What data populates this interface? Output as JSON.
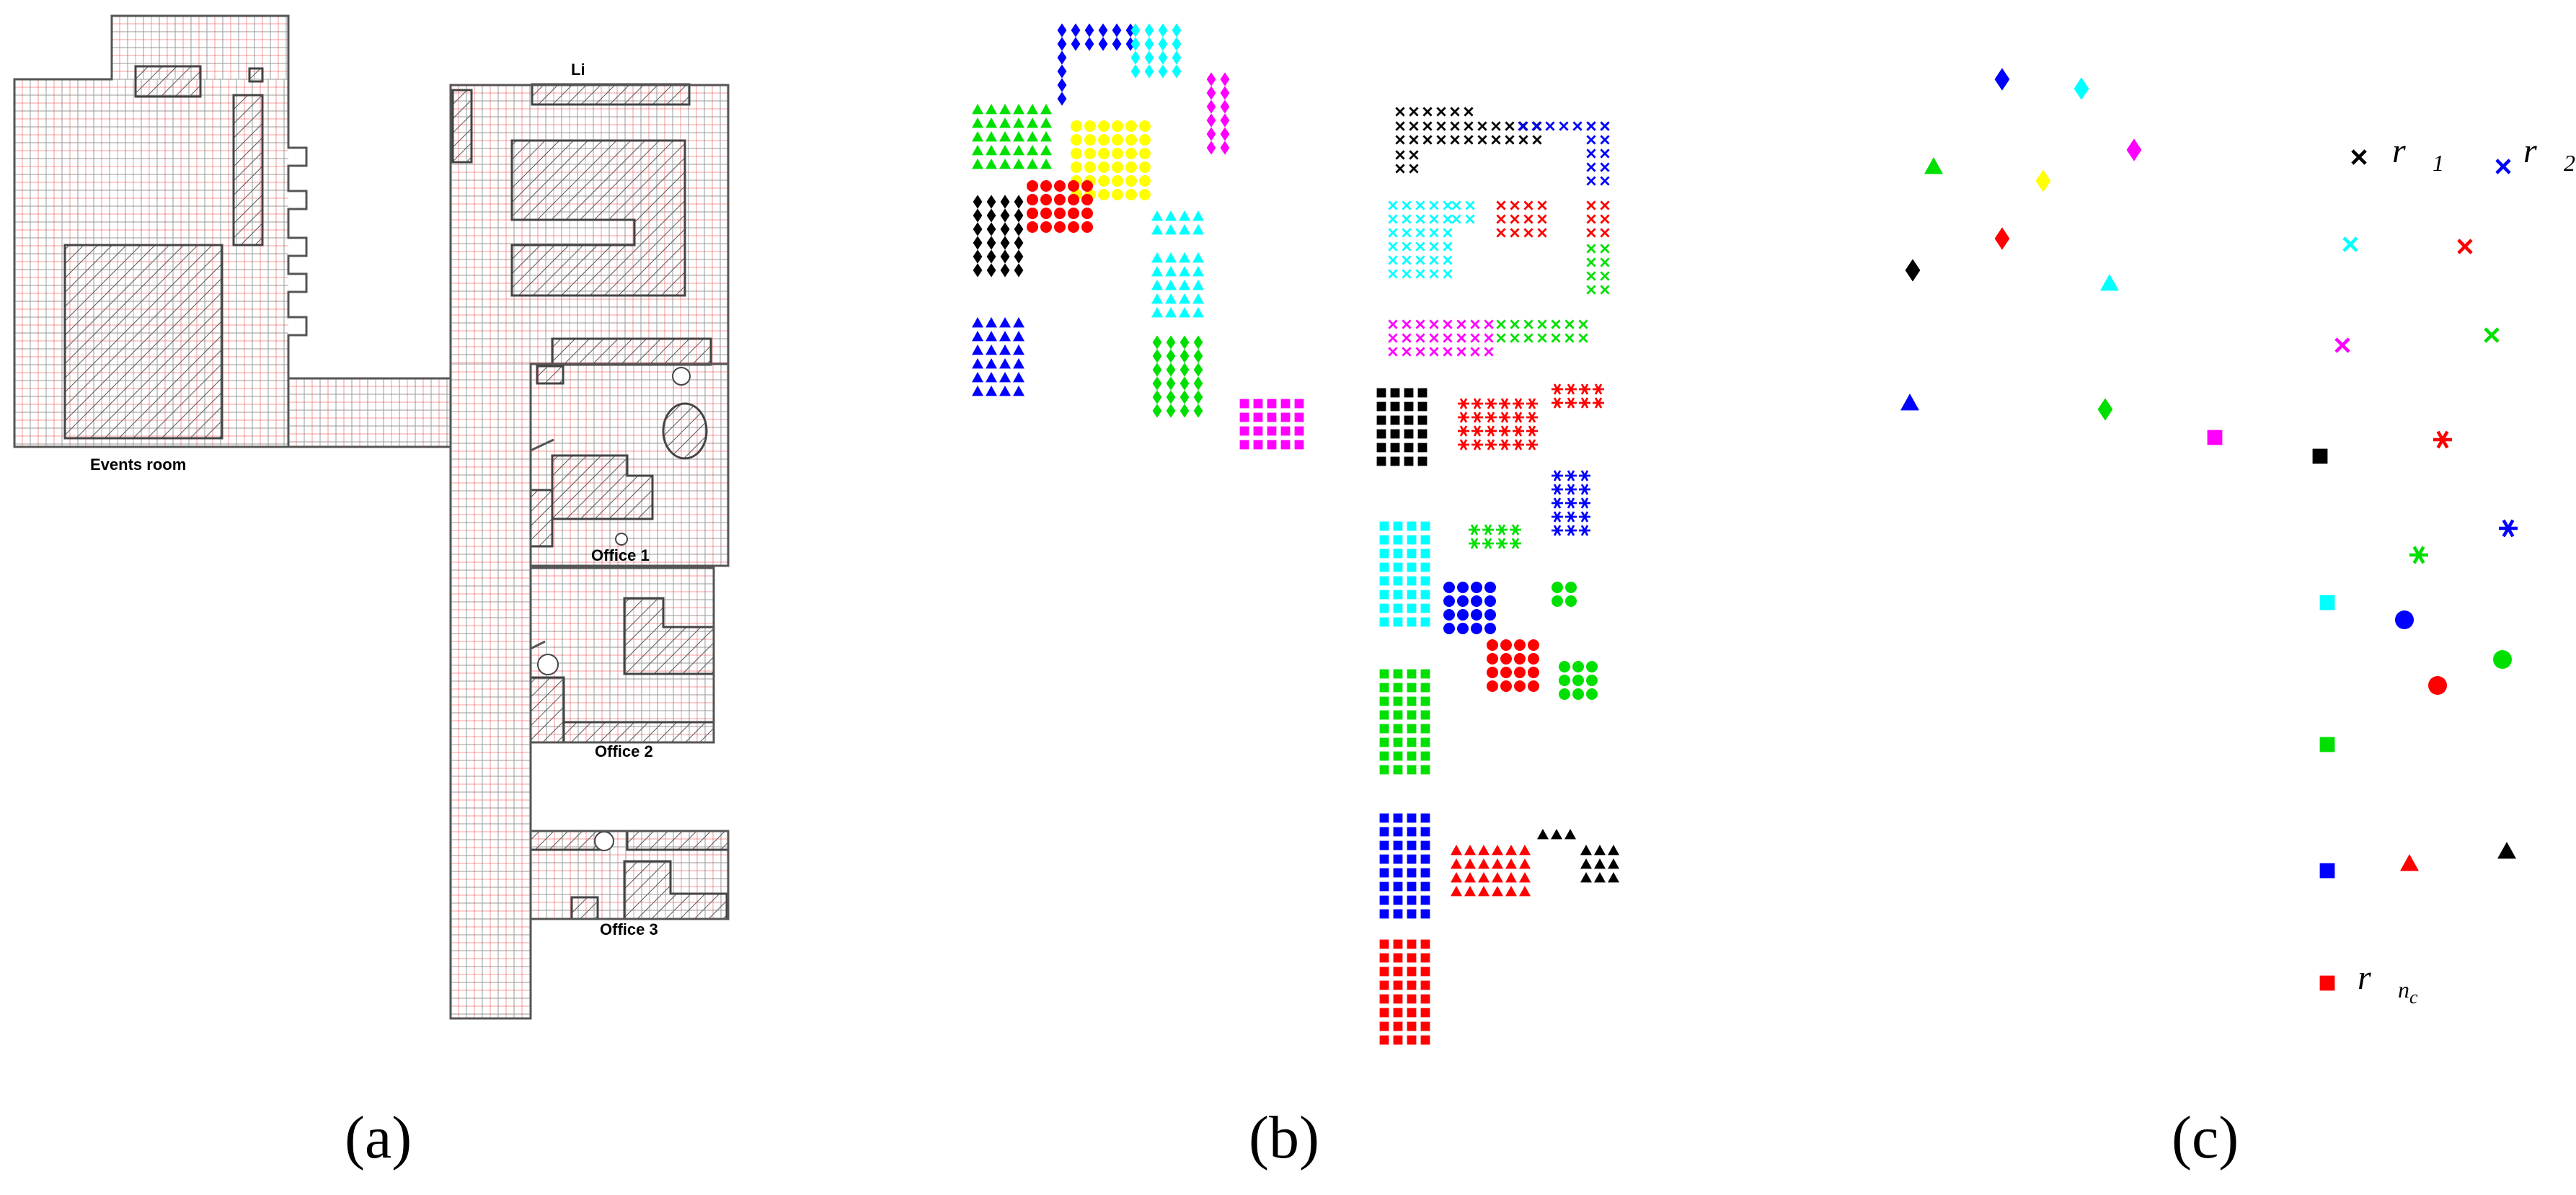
{
  "panels": [
    {
      "caption": "(a)",
      "labels": {
        "events_room": "Events room",
        "li": "Li",
        "office1": "Office 1",
        "office2": "Office 2",
        "office3": "Office 3"
      }
    },
    {
      "caption": "(b)"
    },
    {
      "caption": "(c)",
      "centroid_labels": {
        "r1": "r⃗",
        "r1_sub": "1",
        "r2": "r⃗",
        "r2_sub": "2",
        "rnc": "r⃗",
        "rnc_sub": "n",
        "rnc_subsub": "c"
      }
    }
  ],
  "colors": {
    "grid": "#9a9a9a",
    "grid_dot": "#e8262a",
    "wall": "#555555",
    "hatch": "#444444",
    "red": "#ff0000",
    "green": "#00e000",
    "blue": "#0000ff",
    "cyan": "#00ffff",
    "magenta": "#ff00ff",
    "yellow": "#ffff00",
    "black": "#000000"
  }
}
